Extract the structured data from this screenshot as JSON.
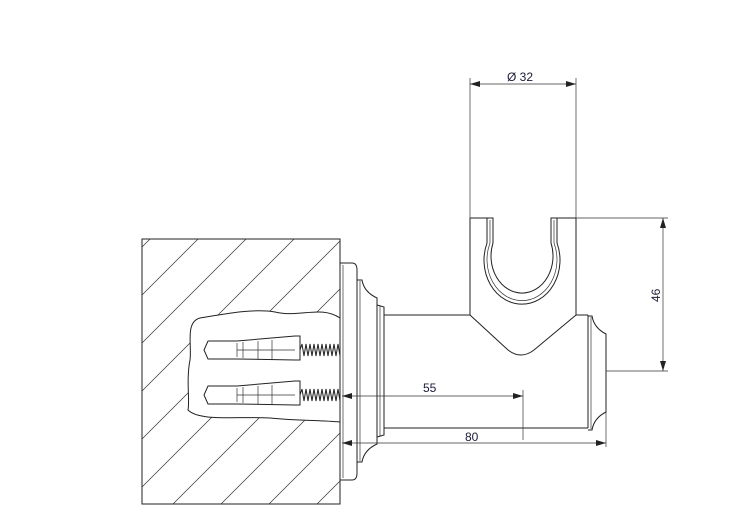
{
  "drawing": {
    "dimensions": [
      {
        "id": "diameter",
        "label": "Ø 32",
        "value": 32,
        "unit": "mm",
        "type": "diameter"
      },
      {
        "id": "height",
        "label": "46",
        "value": 46,
        "unit": "mm",
        "type": "vertical"
      },
      {
        "id": "center-projection",
        "label": "55",
        "value": 55,
        "unit": "mm",
        "type": "horizontal"
      },
      {
        "id": "total-projection",
        "label": "80",
        "value": 80,
        "unit": "mm",
        "type": "horizontal"
      }
    ]
  }
}
